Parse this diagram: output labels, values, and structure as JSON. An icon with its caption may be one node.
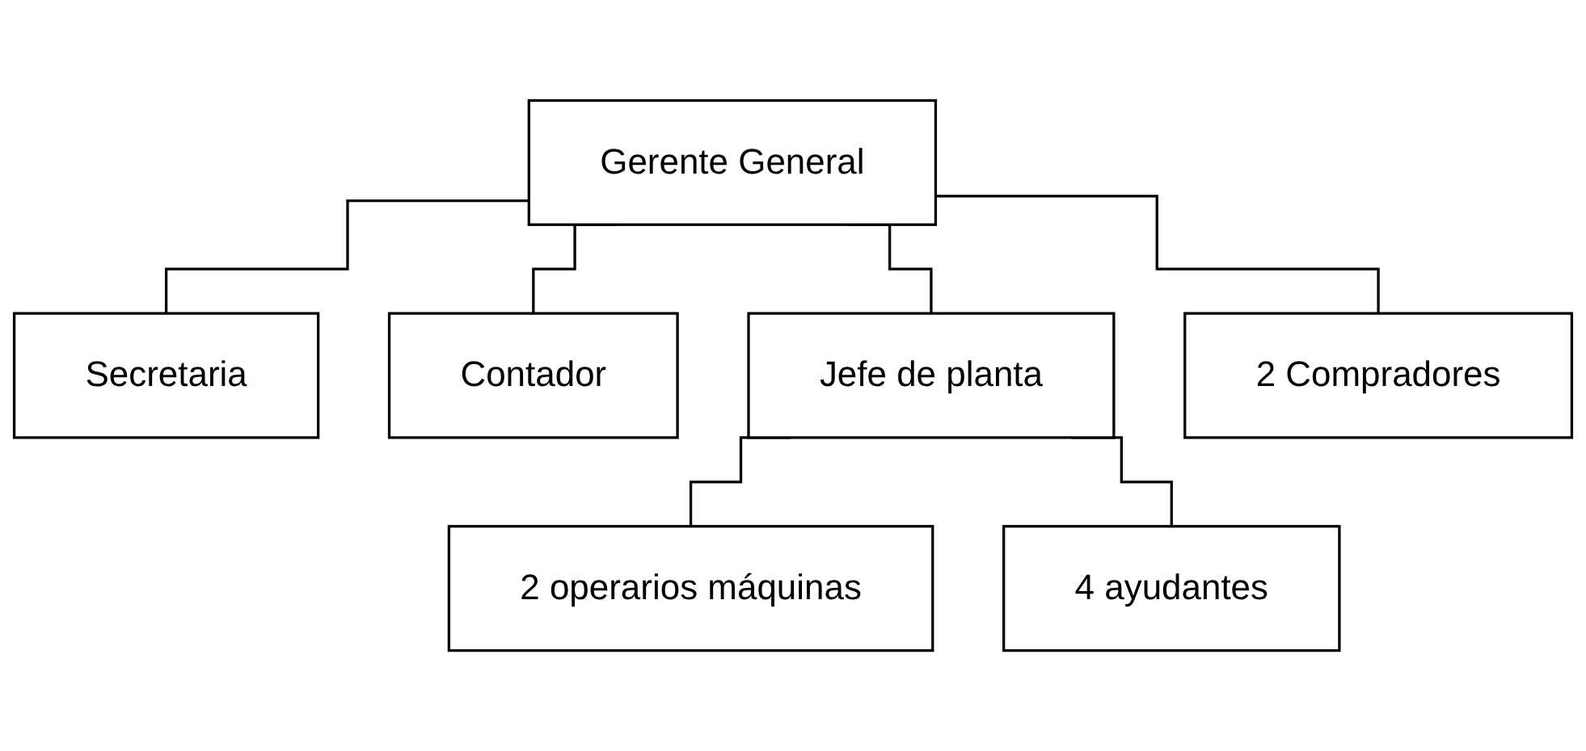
{
  "diagram": {
    "nodes": [
      {
        "text": [
          "Gerente General"
        ]
      },
      {
        "text": [
          "Secretaria"
        ]
      },
      {
        "text": [
          "Contador"
        ]
      },
      {
        "text": [
          "Jefe de planta"
        ]
      },
      {
        "text": [
          "2 Compradores"
        ]
      },
      {
        "text": [
          "2 operarios máquinas"
        ]
      },
      {
        "text": [
          "4 ayudantes"
        ]
      }
    ],
    "edges": [
      {
        "from": 0,
        "to": 1,
        "arrow": "none"
      },
      {
        "from": 0,
        "to": 2,
        "arrow": "none"
      },
      {
        "from": 0,
        "to": 3,
        "arrow": "none"
      },
      {
        "from": 0,
        "to": 4,
        "arrow": "none"
      },
      {
        "from": 3,
        "to": 5,
        "arrow": "none"
      },
      {
        "from": 3,
        "to": 6,
        "arrow": "none"
      }
    ]
  }
}
